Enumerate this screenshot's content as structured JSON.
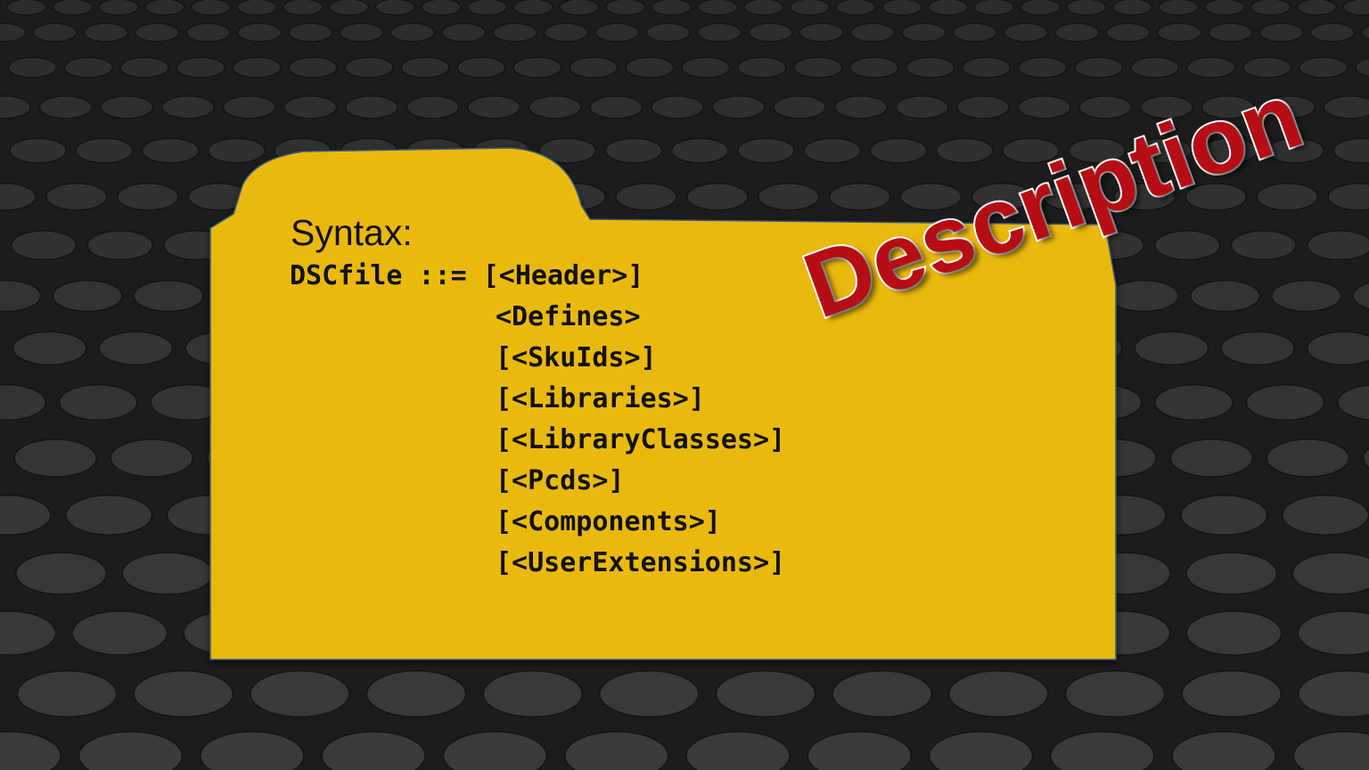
{
  "slide": {
    "syntax_label": "Syntax:",
    "code_lines": [
      "DSCfile ::= [<Header>]",
      "<Defines>",
      "[<SkuIds>]",
      "[<Libraries>]",
      "[<LibraryClasses>]",
      "[<Pcds>]",
      "[<Components>]",
      "[<UserExtensions>]"
    ],
    "stamp_text": "Description"
  },
  "colors": {
    "background": "#1c1c1c",
    "folder": "#eab90c",
    "stamp_fill": "#b70d14",
    "stamp_outline": "#ffffff",
    "text": "#111111"
  }
}
